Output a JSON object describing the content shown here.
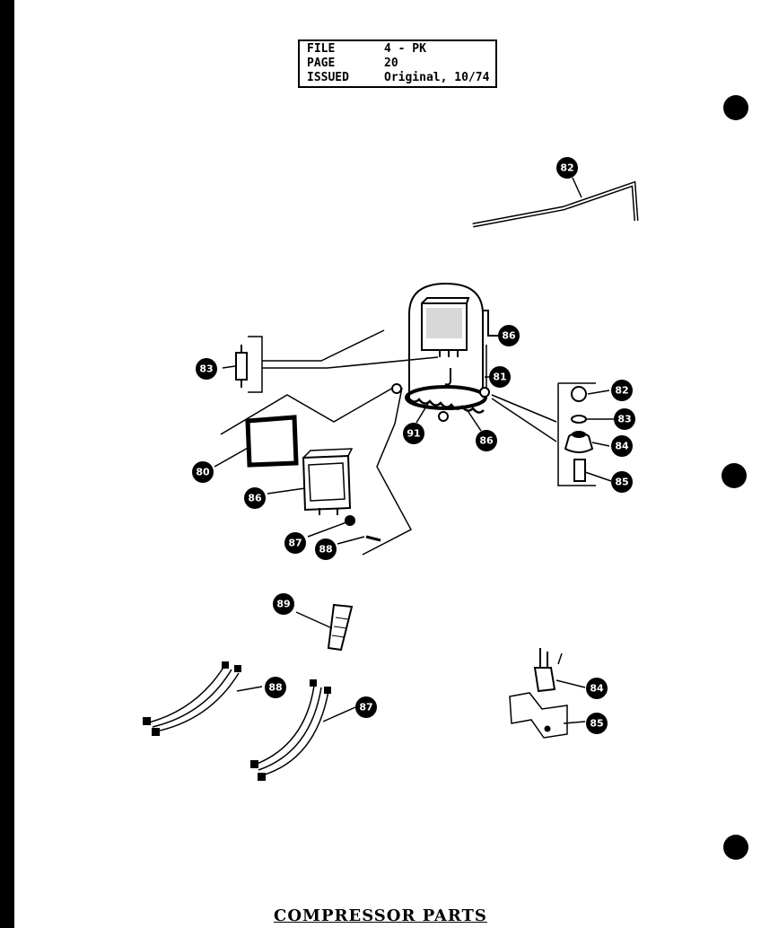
{
  "header": {
    "file_label": "FILE",
    "file_value": "4 - PK",
    "page_label": "PAGE",
    "page_value": "20",
    "issued_label": "ISSUED",
    "issued_value": "Original, 10/74"
  },
  "title": "COMPRESSOR PARTS",
  "callouts": [
    "82",
    "86",
    "81",
    "83",
    "82",
    "83",
    "84",
    "85",
    "91",
    "86",
    "80",
    "86",
    "87",
    "88",
    "89",
    "88",
    "87",
    "84",
    "85"
  ]
}
